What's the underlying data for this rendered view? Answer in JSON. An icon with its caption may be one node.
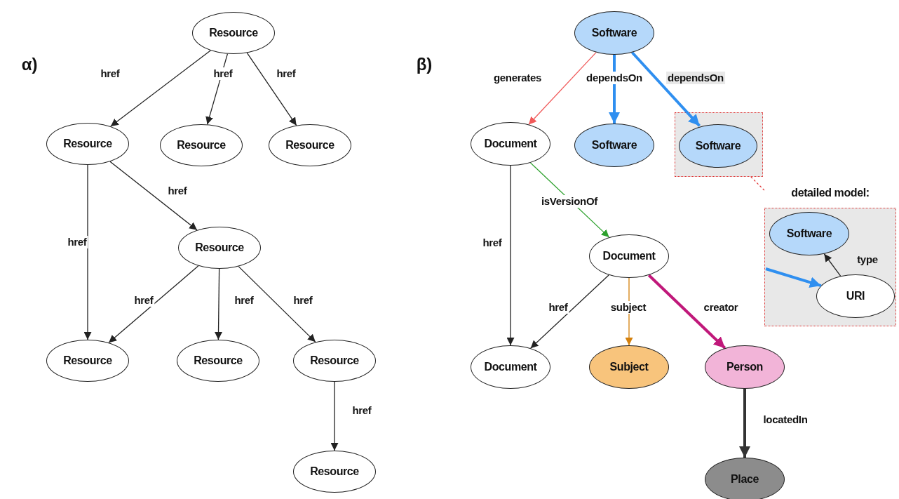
{
  "diagram": {
    "nodes": [
      {
        "text": [
          "Resource"
        ]
      },
      {
        "text": [
          "Resource"
        ]
      },
      {
        "text": [
          "Resource"
        ]
      },
      {
        "text": [
          "Resource"
        ]
      },
      {
        "text": [
          "Resource"
        ]
      },
      {
        "text": [
          "Resource"
        ]
      },
      {
        "text": [
          "Resource"
        ]
      },
      {
        "text": [
          "Resource"
        ]
      },
      {
        "text": [
          "Resource"
        ]
      },
      {
        "text": [
          "Software"
        ]
      },
      {
        "text": [
          "Document"
        ]
      },
      {
        "text": [
          "Software"
        ]
      },
      {
        "text": [],
        "shape": "box"
      },
      {
        "text": [
          "Software"
        ],
        "in": 12
      },
      {
        "text": [
          "detailed model:"
        ]
      },
      {
        "text": [
          "Software"
        ],
        "in": 14
      },
      {
        "text": [
          "URI"
        ],
        "in": 14
      },
      {
        "text": [
          "Document"
        ]
      },
      {
        "text": [
          "Document"
        ]
      },
      {
        "text": [
          "Subject"
        ]
      },
      {
        "text": [
          "Person"
        ]
      },
      {
        "text": [
          "Place"
        ]
      }
    ],
    "edges": [
      {
        "from": 0,
        "to": 1,
        "arrow": "to",
        "label": "href"
      },
      {
        "from": 0,
        "to": 2,
        "arrow": "to",
        "label": "href"
      },
      {
        "from": 0,
        "to": 3,
        "arrow": "to",
        "label": "href"
      },
      {
        "from": 1,
        "to": 4,
        "arrow": "to",
        "label": "href"
      },
      {
        "from": 1,
        "to": 5,
        "arrow": "to",
        "label": "href"
      },
      {
        "from": 4,
        "to": 5,
        "arrow": "to",
        "label": "href"
      },
      {
        "from": 4,
        "to": 6,
        "arrow": "to",
        "label": "href"
      },
      {
        "from": 4,
        "to": 7,
        "arrow": "to",
        "label": "href"
      },
      {
        "from": 7,
        "to": 8,
        "arrow": "to",
        "label": "href"
      },
      {
        "from": 9,
        "to": 10,
        "arrow": "to",
        "label": "generates",
        "color": "#f05a5a"
      },
      {
        "from": 9,
        "to": 11,
        "arrow": "to",
        "label": "dependsOn",
        "style": "thick",
        "color": "#2f8ff0"
      },
      {
        "from": 9,
        "to": 13,
        "arrow": "to",
        "label": "dependsOn",
        "style": "thick",
        "color": "#2f8ff0"
      },
      {
        "from": 10,
        "to": 17,
        "arrow": "to",
        "label": "isVersionOf",
        "color": "#2ca02c"
      },
      {
        "from": 10,
        "to": 18,
        "arrow": "to",
        "label": "href"
      },
      {
        "from": 17,
        "to": 18,
        "arrow": "to",
        "label": "href"
      },
      {
        "from": 17,
        "to": 19,
        "arrow": "to",
        "label": "subject",
        "color": "#d4800c"
      },
      {
        "from": 17,
        "to": 20,
        "arrow": "to",
        "label": "creator",
        "style": "thick",
        "color": "#c0187a"
      },
      {
        "from": 20,
        "to": 21,
        "arrow": "to",
        "label": "locatedIn",
        "style": "thick",
        "color": "#333333"
      },
      {
        "from": 16,
        "to": 15,
        "arrow": "to",
        "label": "type"
      },
      {
        "from": null,
        "to": 16,
        "arrow": "to",
        "style": "thick",
        "color": "#2f8ff0"
      },
      {
        "from": 12,
        "to": 14,
        "arrow": "none",
        "style": "dashed",
        "color": "#e03030"
      }
    ],
    "labels": [
      "α)",
      "β)"
    ]
  }
}
